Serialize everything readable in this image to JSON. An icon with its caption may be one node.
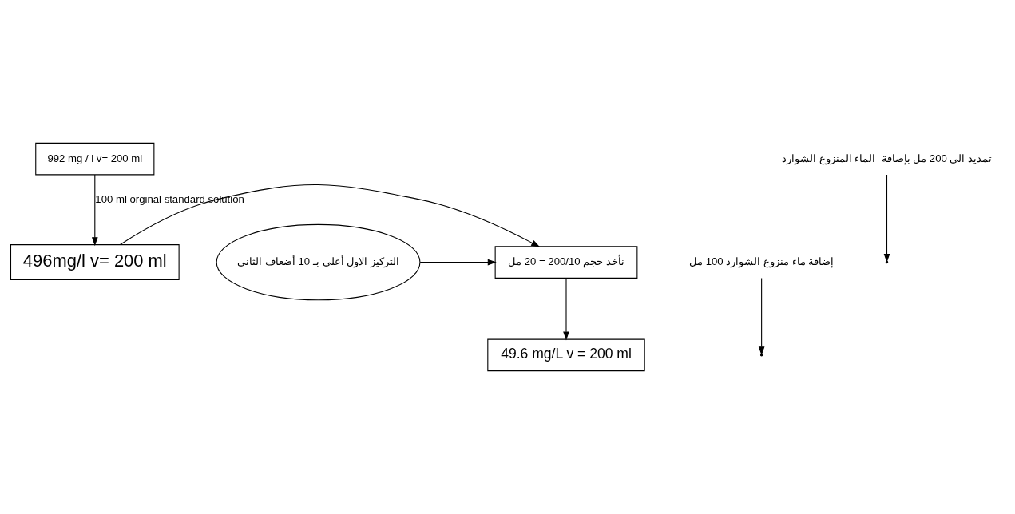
{
  "diagram": {
    "nodes": [
      {
        "text": [
          "992 mg / l v= 200 ml"
        ]
      },
      {
        "text": [
          "496mg/l v= 200 ml"
        ]
      },
      {
        "text": [
          "نأخذ حجم 200/10 = 20 مل"
        ]
      },
      {
        "text": [
          "التركيز الاول أعلى بـ 10 أضعاف الثاني"
        ]
      },
      {
        "text": [
          "49.6 mg/L v = 200 ml"
        ]
      },
      {
        "text": [
          "إضافة ماء منزوع الشوارد 100 مل"
        ]
      },
      {
        "text": [
          "تمديد الى 200 مل بإضافة  الماء المنزوع الشوارد"
        ]
      }
    ],
    "edges": [
      {
        "from": 0,
        "to": 1,
        "arrow": "to",
        "label": "100 ml orginal standard solution"
      },
      {
        "from": 1,
        "to": 2,
        "arrow": "to"
      },
      {
        "from": 3,
        "to": 2,
        "arrow": "to"
      },
      {
        "from": 2,
        "to": 4,
        "arrow": "to"
      },
      {
        "from": 5,
        "to": null,
        "arrow": "to"
      },
      {
        "from": 6,
        "to": null,
        "arrow": "to"
      }
    ]
  }
}
